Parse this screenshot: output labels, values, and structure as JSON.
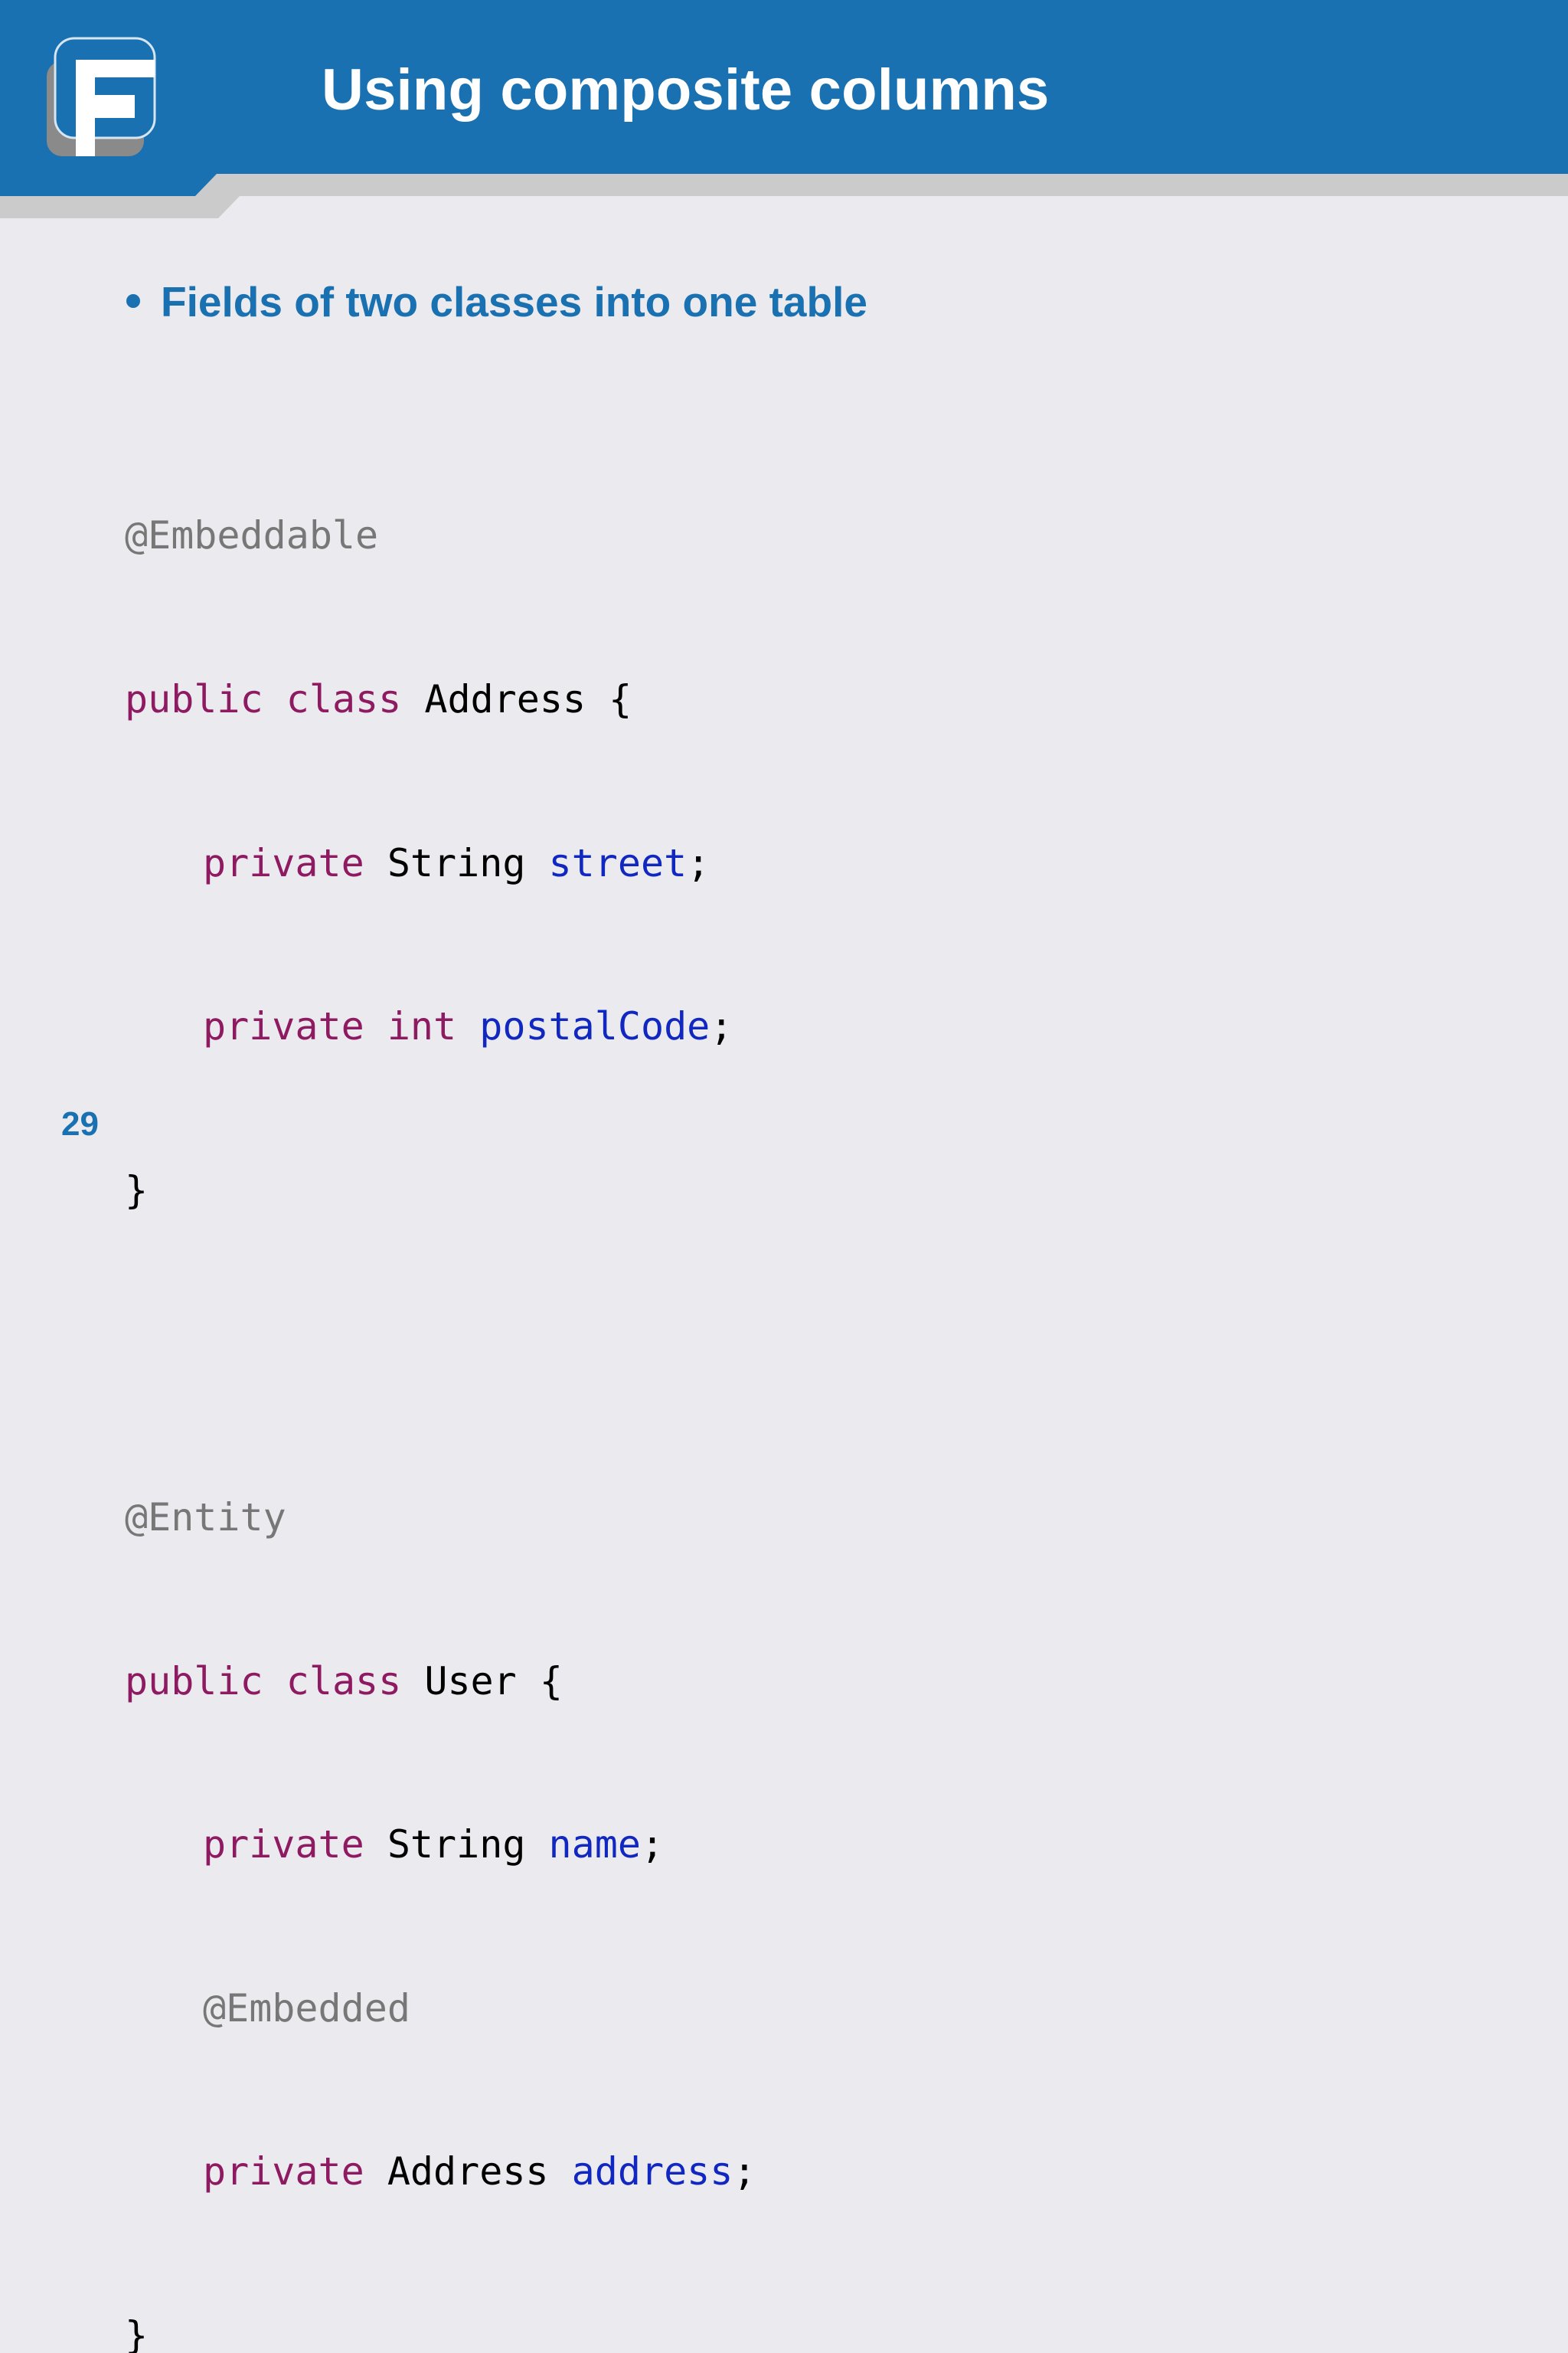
{
  "slide": {
    "title": "Using composite columns",
    "page_number": "29",
    "logo_letter": "F",
    "colors": {
      "header_blue": "#1a71b1",
      "stripe_gray": "#cbcbcb",
      "background": "#ebeaee",
      "bullet_text": "#1a71b1",
      "code_keyword": "#8e1a62",
      "code_identifier": "#1128c0",
      "code_annotation": "#777777",
      "code_default": "#000000"
    }
  },
  "bullets": [
    {
      "text": "Fields of two classes into one table"
    }
  ],
  "code": {
    "language": "java",
    "lines": [
      {
        "tokens": [
          {
            "t": "@Embeddable",
            "k": "annotation"
          }
        ]
      },
      {
        "tokens": [
          {
            "t": "public",
            "k": "keyword"
          },
          {
            "t": " ",
            "k": "punct"
          },
          {
            "t": "class",
            "k": "keyword"
          },
          {
            "t": " Address {",
            "k": "type"
          }
        ]
      },
      {
        "tokens": [
          {
            "t": "private",
            "k": "keyword"
          },
          {
            "t": " String ",
            "k": "type"
          },
          {
            "t": "street",
            "k": "ident"
          },
          {
            "t": ";",
            "k": "punct"
          }
        ]
      },
      {
        "tokens": [
          {
            "t": "private",
            "k": "keyword"
          },
          {
            "t": " ",
            "k": "punct"
          },
          {
            "t": "int",
            "k": "keyword"
          },
          {
            "t": " ",
            "k": "punct"
          },
          {
            "t": "postalCode",
            "k": "ident"
          },
          {
            "t": ";",
            "k": "punct"
          }
        ]
      },
      {
        "tokens": [
          {
            "t": "}",
            "k": "punct"
          }
        ]
      },
      {
        "tokens": [
          {
            "t": "",
            "k": "punct"
          }
        ]
      },
      {
        "tokens": [
          {
            "t": "@Entity",
            "k": "annotation"
          }
        ]
      },
      {
        "tokens": [
          {
            "t": "public",
            "k": "keyword"
          },
          {
            "t": " ",
            "k": "punct"
          },
          {
            "t": "class",
            "k": "keyword"
          },
          {
            "t": " User {",
            "k": "type"
          }
        ]
      },
      {
        "tokens": [
          {
            "t": "private",
            "k": "keyword"
          },
          {
            "t": " String ",
            "k": "type"
          },
          {
            "t": "name",
            "k": "ident"
          },
          {
            "t": ";",
            "k": "punct"
          }
        ]
      },
      {
        "tokens": [
          {
            "t": "@Embedded",
            "k": "annotation"
          }
        ]
      },
      {
        "tokens": [
          {
            "t": "private",
            "k": "keyword"
          },
          {
            "t": " Address ",
            "k": "type"
          },
          {
            "t": "address",
            "k": "ident"
          },
          {
            "t": ";",
            "k": "punct"
          }
        ]
      },
      {
        "tokens": [
          {
            "t": "}",
            "k": "punct"
          }
        ]
      }
    ]
  }
}
